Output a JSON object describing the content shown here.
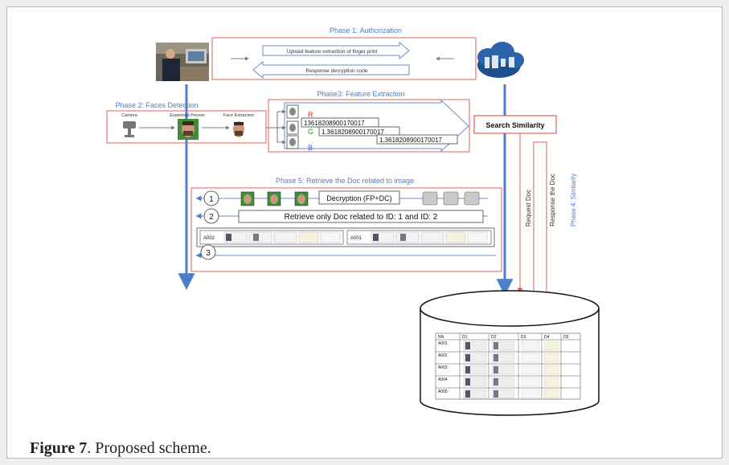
{
  "phases": {
    "p1": "Phase 1:  Authorization",
    "p2": "Phase 2:  Faces Detection",
    "p3": "Phase3: Feature Extraction",
    "p4": "Phase 4: Similarity",
    "p5": "Phase 5:  Retrieve the Doc related to image"
  },
  "auth": {
    "upload": "Upload feature extraction of finger print",
    "response": "Response decryption code"
  },
  "detection": {
    "camera": "Camera",
    "examined": "Examined Person",
    "face_extraction": "Face Extraction"
  },
  "feature": {
    "r": "R",
    "g": "G",
    "b": "B",
    "v1": "13618208900170017",
    "v2": "1.3618208900170017",
    "v3": "1.3618208900170017"
  },
  "similarity": {
    "search": "Search Similarity",
    "request": "Request Doc",
    "response": "Response the Doc"
  },
  "retrieve": {
    "step1": "1",
    "step2": "2",
    "step3": "3",
    "decryption": "Decryption (FP+DC)",
    "retrieve_text": "Retrieve only Doc related to ID: 1 and ID: 2",
    "rec_a": "A002",
    "rec_b": "A001"
  },
  "database": {
    "headers": [
      "NN",
      "D1",
      "D2",
      "D3",
      "D4",
      "D5"
    ],
    "rows": [
      "A001",
      "A002",
      "A003",
      "A004",
      "A005"
    ]
  },
  "caption": {
    "label": "Figure 7",
    "text": ". Proposed scheme."
  },
  "colors": {
    "accent_blue": "#4f7ec8",
    "box_red": "#e06060",
    "r": "#d62a2a",
    "g": "#2aa02a",
    "b": "#3a68c8"
  }
}
